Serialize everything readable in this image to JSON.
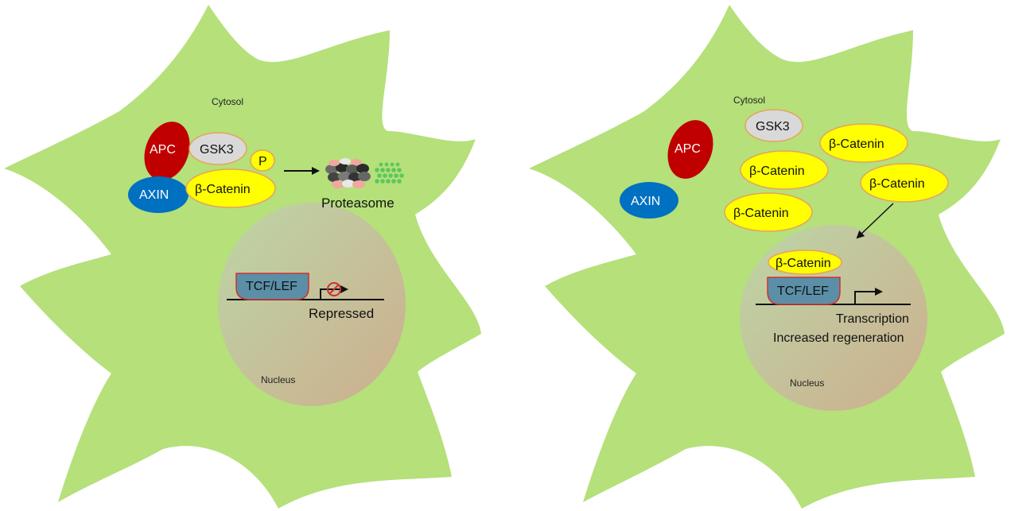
{
  "left_cell": {
    "cytosol": "Cytosol",
    "apc": "APC",
    "gsk3": "GSK3",
    "p": "P",
    "axin": "AXIN",
    "beta_catenin": "β-Catenin",
    "proteasome": "Proteasome",
    "tcf_lef": "TCF/LEF",
    "repressed": "Repressed",
    "nucleus": "Nucleus"
  },
  "right_cell": {
    "cytosol": "Cytosol",
    "gsk3": "GSK3",
    "apc": "APC",
    "axin": "AXIN",
    "beta_catenin_1": "β-Catenin",
    "beta_catenin_2": "β-Catenin",
    "beta_catenin_3": "β-Catenin",
    "beta_catenin_4": "β-Catenin",
    "beta_catenin_nuclear": "β-Catenin",
    "tcf_lef": "TCF/LEF",
    "transcription": "Transcription",
    "regeneration": "Increased regeneration",
    "nucleus": "Nucleus"
  },
  "colors": {
    "cell": "#b5e07a",
    "apc": "#c00000",
    "axin": "#0070c0",
    "gsk3": "#d9d9d9",
    "beta_catenin": "#ffff00",
    "tcf_lef": "#5b8fa8",
    "nucleus_start": "#b9d3a3",
    "nucleus_end": "#cdb08f"
  }
}
